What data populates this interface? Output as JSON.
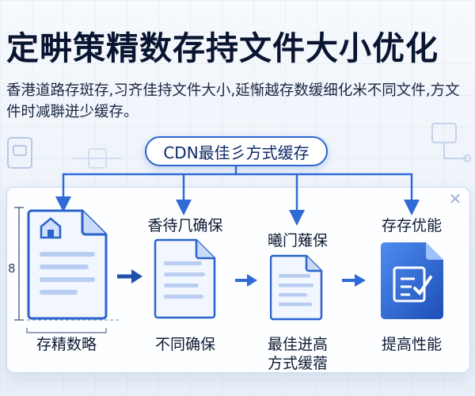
{
  "heading": {
    "title": "定畊策精数存持文件大小优化",
    "subtitle": "香港道路存斑存,习齐佳持文件大小,延惭越存数缓细化米不同文件,方文件时减聨迸少缓存。"
  },
  "cdn": {
    "label": "CDN最佳⼺方式缓存"
  },
  "dimension_mark": "8",
  "stages": [
    {
      "top_label": "",
      "bottom_label": "存精数略"
    },
    {
      "top_label": "香待⺇确保",
      "bottom_label": "不同确保"
    },
    {
      "top_label": "曦门薙保",
      "bottom_label": "最佳迸高方式缓蓿"
    },
    {
      "top_label": "存存优能",
      "bottom_label": "提高性能"
    }
  ],
  "colors": {
    "accent": "#2c66cf",
    "doc_fill": "#eef4ff",
    "doc_dark": "#2a62cc",
    "arrow": "#2f6ad6"
  }
}
